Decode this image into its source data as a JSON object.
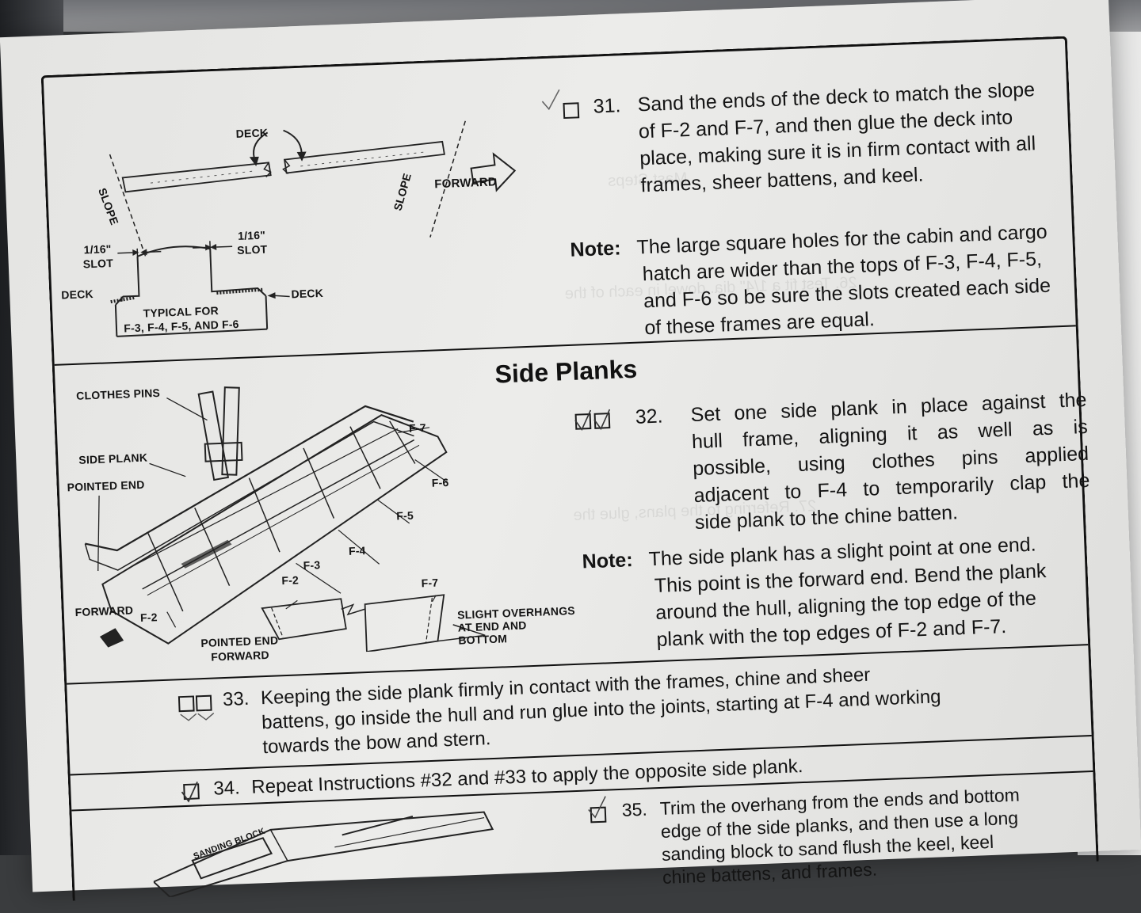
{
  "diagram31": {
    "deck_top": "DECK",
    "slope_left": "SLOPE",
    "slope_right": "SLOPE",
    "forward": "FORWARD",
    "slot_left": "1/16\"\nSLOT",
    "slot_right": "1/16\"\nSLOT",
    "deck_left": "DECK",
    "deck_right": "DECK",
    "typical": "TYPICAL FOR\nF-3, F-4, F-5, AND F-6"
  },
  "step31": {
    "number": "31.",
    "lines": [
      "Sand the ends of the deck to match the slope",
      "of F-2 and F-7, and then glue the deck into",
      "place, making sure it is in firm contact with all",
      "frames, sheer battens, and keel."
    ],
    "note_label": "Note:",
    "note_lines": [
      "The large square holes for the cabin and cargo",
      "hatch are wider than the tops of F-3, F-4, F-5,",
      "and F-6 so be sure the slots created each side",
      "of these frames are equal."
    ]
  },
  "section": {
    "title": "Side Planks"
  },
  "diagram32": {
    "clothes_pins": "CLOTHES PINS",
    "side_plank": "SIDE PLANK",
    "pointed_end": "POINTED END",
    "forward": "FORWARD",
    "f2": "F-2",
    "f3": "F-3",
    "f4": "F-4",
    "f5": "F-5",
    "f6": "F-6",
    "f7": "F-7",
    "inset_f2": "F-2",
    "inset_f7": "F-7",
    "pointed_end_forward": "POINTED END\nFORWARD",
    "slight_overhangs": "SLIGHT OVERHANGS\nAT END AND\nBOTTOM"
  },
  "step32": {
    "number": "32.",
    "lines": [
      "Set one side plank in place against the",
      "hull frame, aligning it as well as is",
      "possible, using clothes pins applied",
      "adjacent to F-4 to temporarily clap the",
      "side plank to the chine batten."
    ],
    "note_label": "Note:",
    "note_lines": [
      "The side plank has a slight point at one end.",
      "This point is the forward end. Bend the plank",
      "around the hull, aligning the top edge of the",
      "plank with the top edges of F-2 and F-7."
    ]
  },
  "step33": {
    "number": "33.",
    "lines": [
      "Keeping the side plank firmly in contact with the frames, chine and sheer",
      "battens, go inside the hull and run glue into the joints, starting at F-4 and working",
      "towards the bow and stern."
    ]
  },
  "step34": {
    "number": "34.",
    "text": "Repeat Instructions #32 and #33 to apply the opposite side plank."
  },
  "step35": {
    "number": "35.",
    "lines": [
      "Trim the overhang from the ends and bottom",
      "edge of the side planks, and then use a long",
      "sanding block to sand flush the keel, keel",
      "chine battens, and frames."
    ]
  },
  "diagram35": {
    "sanding_block": "SANDING BLOCK"
  }
}
